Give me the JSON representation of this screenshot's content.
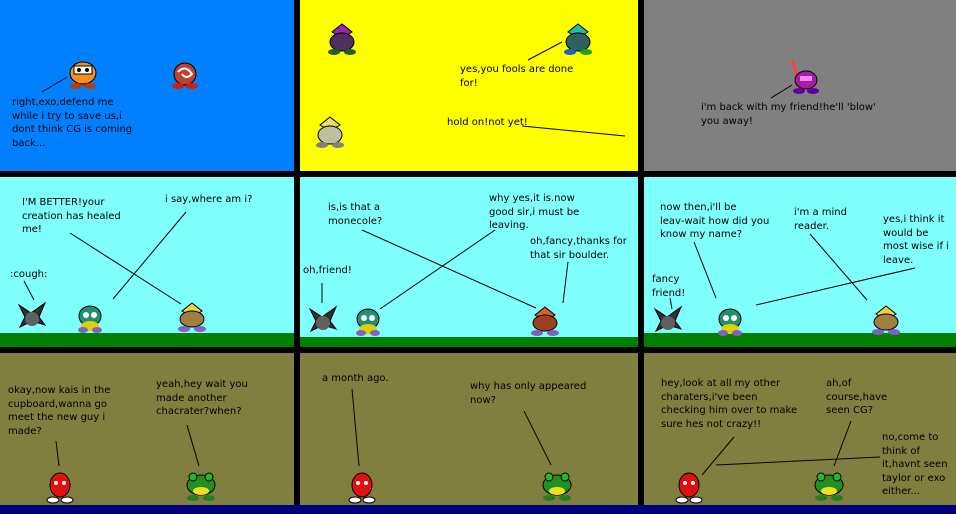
{
  "colors": {
    "blue": "#0080ff",
    "yellow": "#ffff00",
    "gray": "#808080",
    "cyan": "#80ffff",
    "grass": "#007f00",
    "olive": "#807f40",
    "navy": "#00007f"
  },
  "panels": {
    "p1": {
      "t1": "right,exo,defend me\nwhile i try to save us,i\ndont think CG is coming\nback..."
    },
    "p2": {
      "t1": "yes,you fools are done\nfor!",
      "t2": "hold on!not yet!"
    },
    "p3": {
      "t1": "i'm back with my friend!he'll 'blow'\nyou away!"
    },
    "p4": {
      "t1": "I'M BETTER!your\ncreation has healed\nme!",
      "t2": "i say,where am i?",
      "t3": ":cough:"
    },
    "p5": {
      "t1": "is,is that a\nmonecole?",
      "t2": "why yes,it is.now\ngood sir,i must be\nleaving.",
      "t3": "oh,fancy,thanks for\nthat sir boulder.",
      "t4": "oh,friend!"
    },
    "p6": {
      "t1": "now then,i'll be\nleav-wait how did you\nknow my name?",
      "t2": "i'm a mind\nreader.",
      "t3": "yes,i think it\nwould be\nmost wise if i\nleave.",
      "t4": "fancy\nfriend!"
    },
    "p7": {
      "t1": "okay,now kais in the\ncupboard,wanna go\nmeet the new guy i\nmade?",
      "t2": "yeah,hey wait you\nmade another\nchacrater?when?"
    },
    "p8": {
      "t1": "a month ago.",
      "t2": "why has only appeared\nnow?"
    },
    "p9": {
      "t1": "hey,look at all my other\ncharaters,i've been\nchecking him over to make\nsure hes not crazy!!",
      "t2": "ah,of\ncourse,have\nseen CG?",
      "t3": "no,come to\nthink of\nit,havnt seen\ntaylor or exo\neither..."
    }
  }
}
